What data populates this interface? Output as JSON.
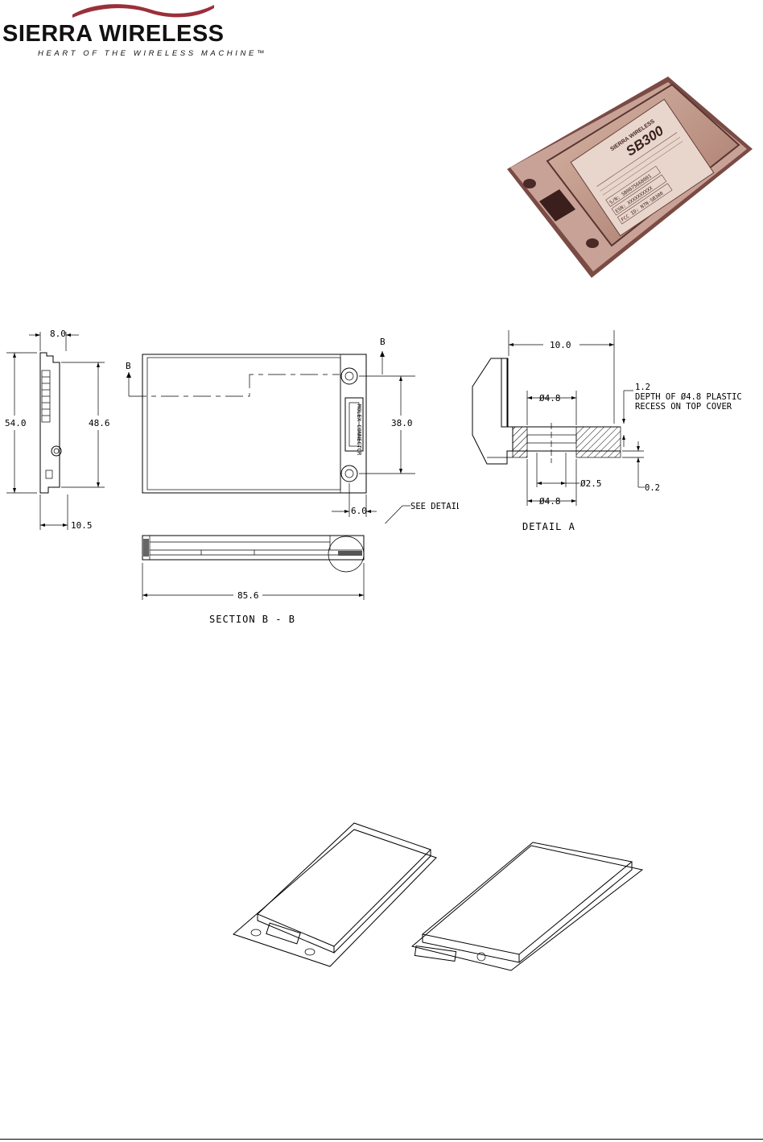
{
  "logo": {
    "wordmark": "SIERRA WIRELESS",
    "tagline": "HEART OF THE WIRELESS MACHINE™",
    "swoosh_color": "#9b2f3a"
  },
  "photo": {
    "brand": "SIERRA WIRELESS",
    "model": "SB300",
    "label_lines": [
      "S/N: SB0075668001",
      "ESN: XXXXXXXXXX",
      "FCC ID: N7N-SB300"
    ]
  },
  "side_view": {
    "dims": {
      "top": "8.0",
      "height": "54.0",
      "inner": "48.6",
      "bottom": "10.5"
    }
  },
  "front_view": {
    "section_marker": "B",
    "connector_text": "MOLEX CONNECTOR",
    "dims": {
      "hole_spacing": "38.0",
      "edge": "6.0"
    },
    "callout": "SEE DETAIL  A"
  },
  "section_view": {
    "dims": {
      "length": "85.6"
    },
    "caption": "SECTION  B  -  B"
  },
  "detail_view": {
    "dims": {
      "width": "10.0",
      "recess_dia": "Ø4.8",
      "hole_dia": "Ø2.5",
      "outer_dia": "Ø4.8",
      "depth": "1.2",
      "offset": "0.2"
    },
    "note_line1": "DEPTH OF Ø4.8 PLASTIC",
    "note_line2": "RECESS ON TOP COVER",
    "caption": "DETAIL  A"
  }
}
